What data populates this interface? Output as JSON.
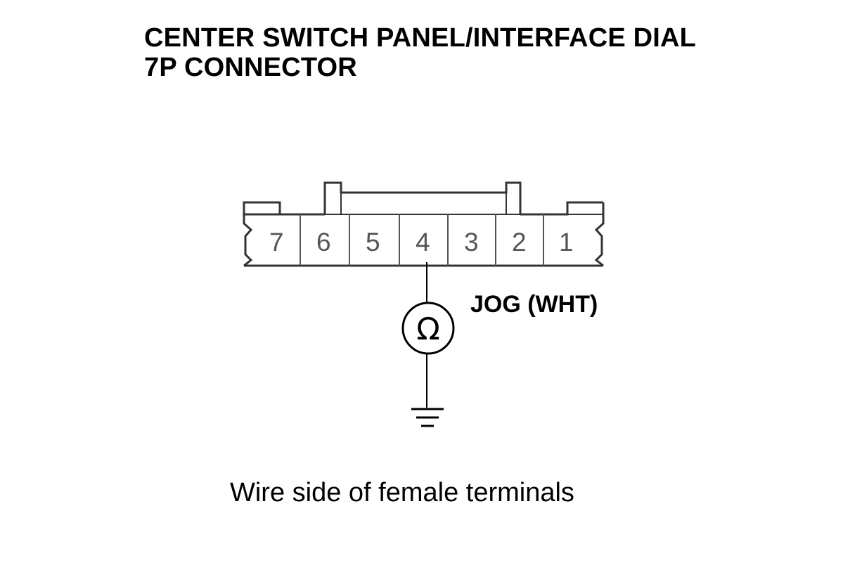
{
  "diagram": {
    "title_line1": "CENTER SWITCH PANEL/INTERFACE DIAL",
    "title_line2": "7P CONNECTOR",
    "pins": [
      "7",
      "6",
      "5",
      "4",
      "3",
      "2",
      "1"
    ],
    "wire_label": "JOG (WHT)",
    "meter_symbol": "Ω",
    "caption": "Wire side of female terminals",
    "icons": [
      "ohmmeter-icon",
      "ground-icon"
    ]
  }
}
